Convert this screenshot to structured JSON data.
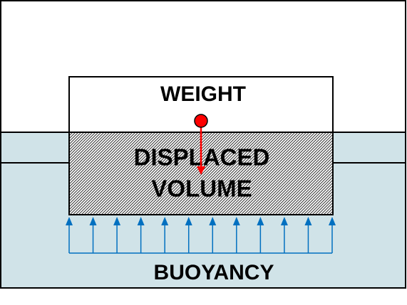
{
  "labels": {
    "weight": "WEIGHT",
    "displaced_line1": "DISPLACED",
    "displaced_line2": "VOLUME",
    "buoyancy": "BUOYANCY"
  },
  "colors": {
    "water": "#d0e3e8",
    "arrow_blue": "#0070c0",
    "weight_red": "#ff0000",
    "outline": "#000000",
    "hatch": "#333333",
    "block_fill": "#ffffff"
  },
  "buoyancy_arrow_count": 12
}
